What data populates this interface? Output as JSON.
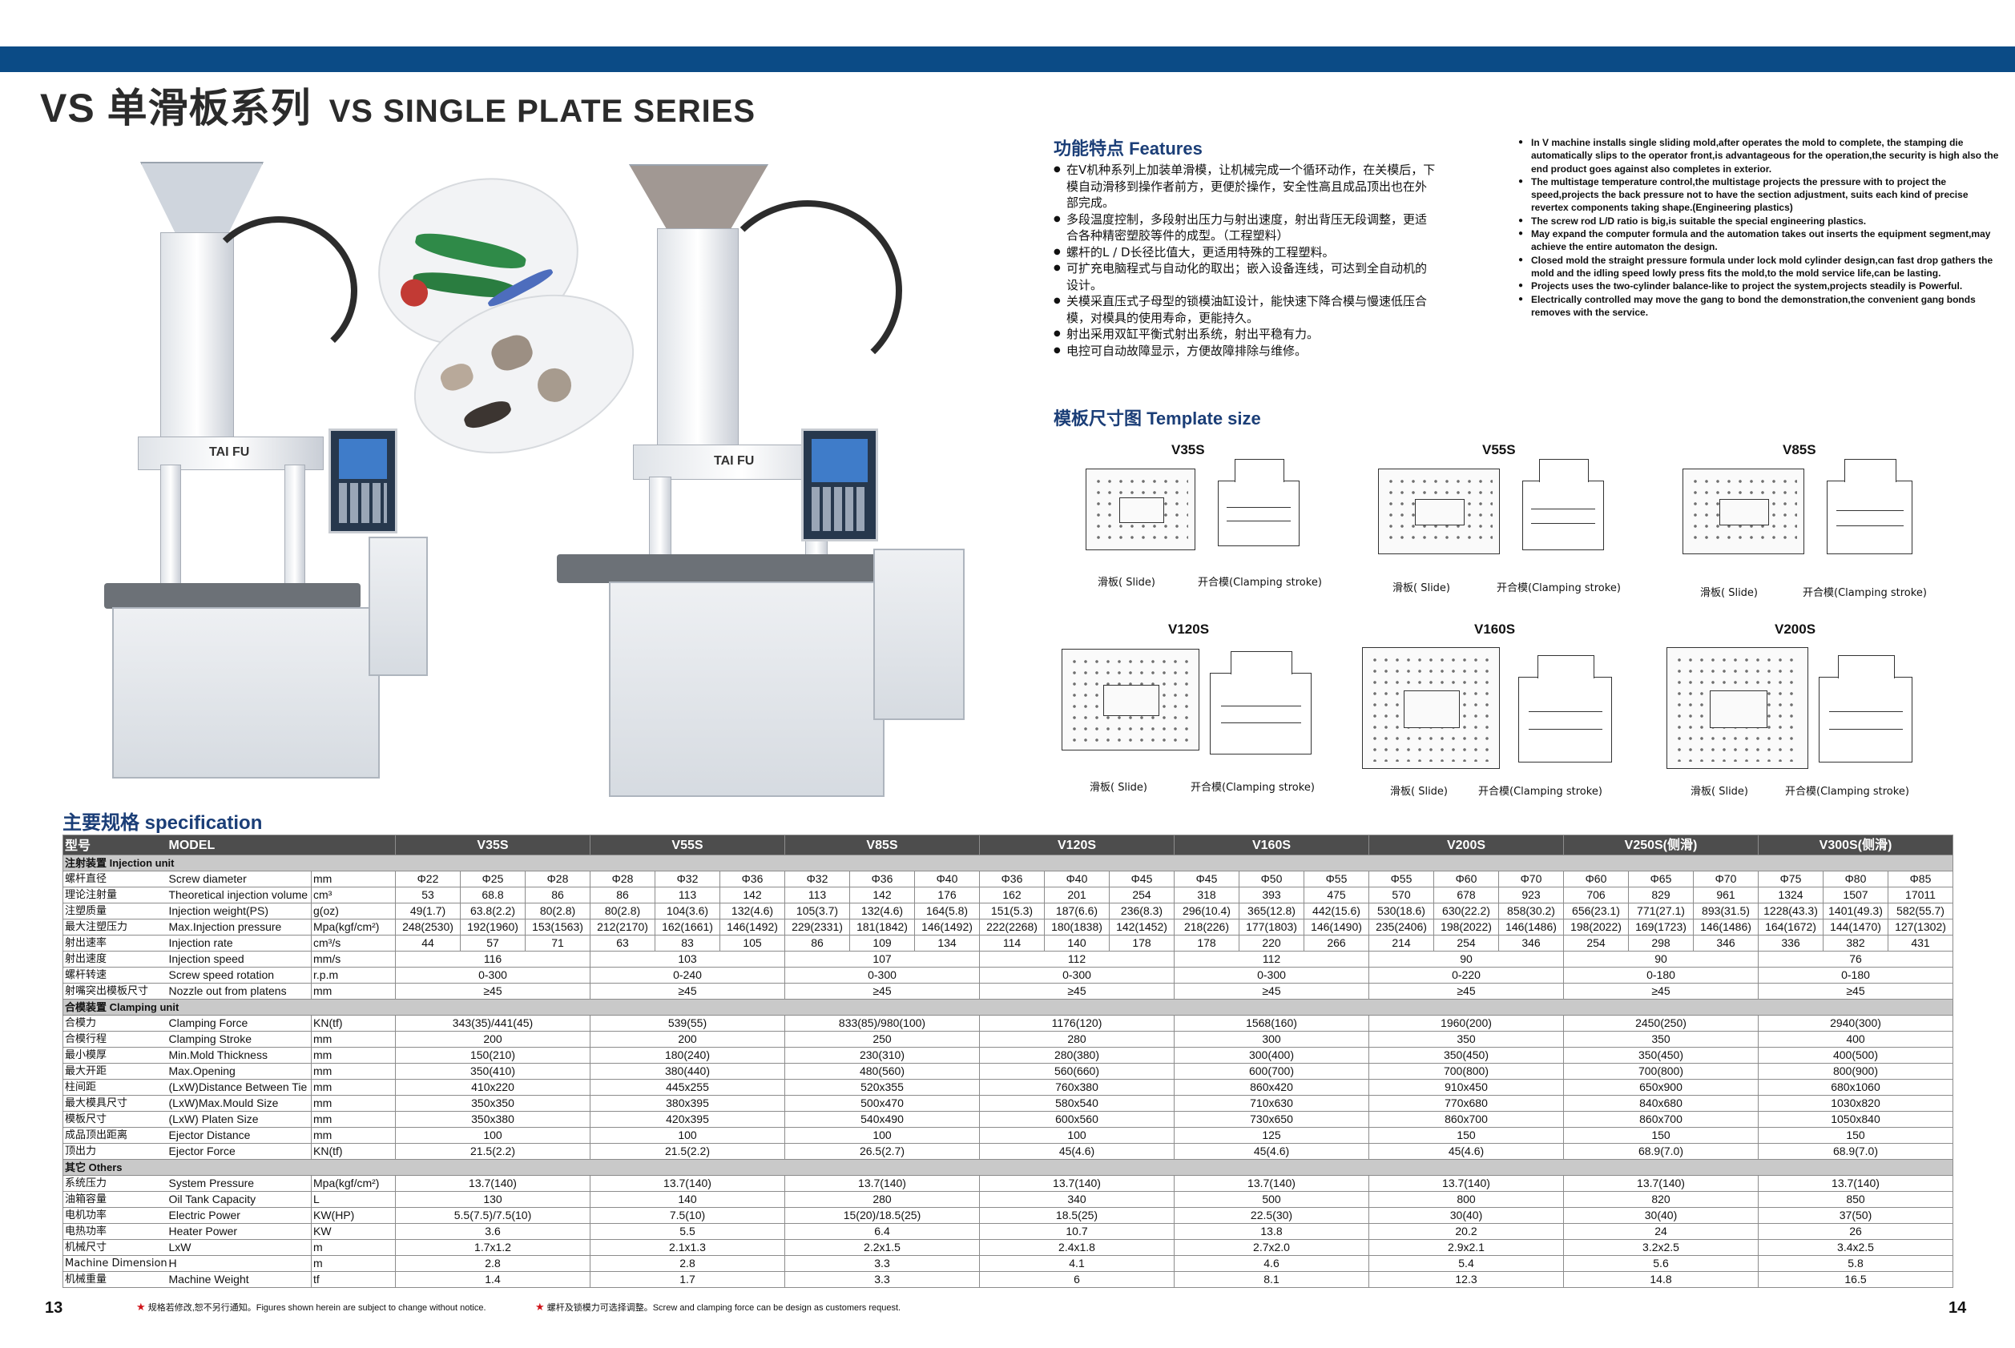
{
  "header": {
    "title_cn": "VS 单滑板系列",
    "title_en": "VS SINGLE PLATE SERIES"
  },
  "machine_left": {
    "brand": "TAI FU"
  },
  "machine_right": {
    "brand": "TAI FU"
  },
  "features": {
    "title": "功能特点 Features",
    "cn": [
      "在V机种系列上加装单滑模，让机械完成一个循环动作，在关模后，下模自动滑移到操作者前方，更便於操作，安全性高且成品顶出也在外部完成。",
      "多段温度控制，多段射出压力与射出速度，射出背压无段调整，更适合各种精密塑胶等件的成型。（工程塑料）",
      "螺杆的L / D长径比值大，更适用特殊的工程塑料。",
      "可扩充电脑程式与自动化的取出；嵌入设备连线，可达到全自动机的设计。",
      "关模采直压式子母型的锁模油缸设计，能快速下降合模与慢速低压合模，对模具的使用寿命，更能持久。",
      "射出采用双缸平衡式射出系统，射出平稳有力。",
      "电控可自动故障显示，方便故障排除与维修。"
    ],
    "en": [
      "In V machine installs single sliding mold,after operates the mold to complete, the stamping die automatically slips to the operator front,is advantageous for the operation,the security is high also the end product goes against also completes in exterior.",
      "The multistage temperature control,the multistage projects the pressure with to project the speed,projects the back pressure not to have the section adjustment, suits each kind of precise revertex components taking shape.(Engineering plastics)",
      "The screw rod L/D ratio is big,is suitable the special engineering plastics.",
      "May expand the computer formula and the automation takes out inserts the equipment segment,may achieve the entire automaton the design.",
      "Closed mold the straight pressure formula under lock mold cylinder design,can fast drop gathers the mold and the idling speed lowly press fits the mold,to the mold service life,can be lasting.",
      "Projects uses the two-cylinder balance-like to project the system,projects steadily is Powerful.",
      "Electrically controlled may move the gang to bond the demonstration,the convenient gang bonds removes with the service."
    ]
  },
  "template": {
    "title": "模板尺寸图 Template size",
    "slide_caption": "滑板( Slide)",
    "clamp_caption": "开合模(Clamping stroke)",
    "models": [
      "V35S",
      "V55S",
      "V85S",
      "V120S",
      "V160S",
      "V200S"
    ]
  },
  "spec": {
    "title": "主要规格 specification",
    "header": {
      "cn": "型号",
      "en": "MODEL",
      "models": [
        "V35S",
        "V55S",
        "V85S",
        "V120S",
        "V160S",
        "V200S",
        "V250S(侧滑)",
        "V300S(侧滑)"
      ]
    },
    "groups": [
      {
        "title": "注射装置  Injection unit",
        "rows": [
          {
            "cn": "螺杆直径",
            "en": "Screw diameter",
            "unit": "mm",
            "vals": [
              "Φ22",
              "Φ25",
              "Φ28",
              "Φ28",
              "Φ32",
              "Φ36",
              "Φ32",
              "Φ36",
              "Φ40",
              "Φ36",
              "Φ40",
              "Φ45",
              "Φ45",
              "Φ50",
              "Φ55",
              "Φ55",
              "Φ60",
              "Φ70",
              "Φ60",
              "Φ65",
              "Φ70",
              "Φ75",
              "Φ80",
              "Φ85"
            ]
          },
          {
            "cn": "理论注射量",
            "en": "Theoretical injection volume",
            "unit": "cm³",
            "vals": [
              "53",
              "68.8",
              "86",
              "86",
              "113",
              "142",
              "113",
              "142",
              "176",
              "162",
              "201",
              "254",
              "318",
              "393",
              "475",
              "570",
              "678",
              "923",
              "706",
              "829",
              "961",
              "1324",
              "1507",
              "17011"
            ]
          },
          {
            "cn": "注塑质量",
            "en": "Injection weight(PS)",
            "unit": "g(oz)",
            "vals": [
              "49(1.7)",
              "63.8(2.2)",
              "80(2.8)",
              "80(2.8)",
              "104(3.6)",
              "132(4.6)",
              "105(3.7)",
              "132(4.6)",
              "164(5.8)",
              "151(5.3)",
              "187(6.6)",
              "236(8.3)",
              "296(10.4)",
              "365(12.8)",
              "442(15.6)",
              "530(18.6)",
              "630(22.2)",
              "858(30.2)",
              "656(23.1)",
              "771(27.1)",
              "893(31.5)",
              "1228(43.3)",
              "1401(49.3)",
              "582(55.7)"
            ]
          },
          {
            "cn": "最大注塑压力",
            "en": "Max.Injection pressure",
            "unit": "Mpa(kgf/cm²)",
            "vals": [
              "248(2530)",
              "192(1960)",
              "153(1563)",
              "212(2170)",
              "162(1661)",
              "146(1492)",
              "229(2331)",
              "181(1842)",
              "146(1492)",
              "222(2268)",
              "180(1838)",
              "142(1452)",
              "218(226)",
              "177(1803)",
              "146(1490)",
              "235(2406)",
              "198(2022)",
              "146(1486)",
              "198(2022)",
              "169(1723)",
              "146(1486)",
              "164(1672)",
              "144(1470)",
              "127(1302)"
            ]
          },
          {
            "cn": "射出速率",
            "en": "Injection rate",
            "unit": "cm³/s",
            "vals": [
              "44",
              "57",
              "71",
              "63",
              "83",
              "105",
              "86",
              "109",
              "134",
              "114",
              "140",
              "178",
              "178",
              "220",
              "266",
              "214",
              "254",
              "346",
              "254",
              "298",
              "346",
              "336",
              "382",
              "431"
            ]
          },
          {
            "cn": "射出速度",
            "en": "Injection speed",
            "unit": "mm/s",
            "vals": [
              "116",
              "103",
              "107",
              "112",
              "112",
              "90",
              "90",
              "76"
            ]
          },
          {
            "cn": "螺杆转速",
            "en": "Screw speed rotation",
            "unit": "r.p.m",
            "vals": [
              "0-300",
              "0-240",
              "0-300",
              "0-300",
              "0-300",
              "0-220",
              "0-180",
              "0-180"
            ]
          },
          {
            "cn": "射嘴突出模板尺寸",
            "en": "Nozzle out from platens",
            "unit": "mm",
            "vals": [
              "≥45",
              "≥45",
              "≥45",
              "≥45",
              "≥45",
              "≥45",
              "≥45",
              "≥45"
            ]
          }
        ]
      },
      {
        "title": "合模装置  Clamping unit",
        "rows": [
          {
            "cn": "合模力",
            "en": "Clamping Force",
            "unit": "KN(tf)",
            "vals": [
              "343(35)/441(45)",
              "539(55)",
              "833(85)/980(100)",
              "1176(120)",
              "1568(160)",
              "1960(200)",
              "2450(250)",
              "2940(300)"
            ]
          },
          {
            "cn": "合模行程",
            "en": "Clamping Stroke",
            "unit": "mm",
            "vals": [
              "200",
              "200",
              "250",
              "280",
              "300",
              "350",
              "350",
              "400"
            ]
          },
          {
            "cn": "最小模厚",
            "en": "Min.Mold Thickness",
            "unit": "mm",
            "vals": [
              "150(210)",
              "180(240)",
              "230(310)",
              "280(380)",
              "300(400)",
              "350(450)",
              "350(450)",
              "400(500)"
            ]
          },
          {
            "cn": "最大开距",
            "en": "Max.Opening",
            "unit": "mm",
            "vals": [
              "350(410)",
              "380(440)",
              "480(560)",
              "560(660)",
              "600(700)",
              "700(800)",
              "700(800)",
              "800(900)"
            ]
          },
          {
            "cn": "柱间距",
            "en": "(LxW)Distance Between Tie Bars",
            "unit": "mm",
            "vals": [
              "410x220",
              "445x255",
              "520x355",
              "760x380",
              "860x420",
              "910x450",
              "650x900",
              "680x1060"
            ]
          },
          {
            "cn": "最大模具尺寸",
            "en": "(LxW)Max.Mould Size",
            "unit": "mm",
            "vals": [
              "350x350",
              "380x395",
              "500x470",
              "580x540",
              "710x630",
              "770x680",
              "840x680",
              "1030x820"
            ]
          },
          {
            "cn": "模板尺寸",
            "en": "(LxW) Platen Size",
            "unit": "mm",
            "vals": [
              "350x380",
              "420x395",
              "540x490",
              "600x560",
              "730x650",
              "860x700",
              "860x700",
              "1050x840"
            ]
          },
          {
            "cn": "成品顶出距离",
            "en": "Ejector Distance",
            "unit": "mm",
            "vals": [
              "100",
              "100",
              "100",
              "100",
              "125",
              "150",
              "150",
              "150"
            ]
          },
          {
            "cn": "顶出力",
            "en": "Ejector Force",
            "unit": "KN(tf)",
            "vals": [
              "21.5(2.2)",
              "21.5(2.2)",
              "26.5(2.7)",
              "45(4.6)",
              "45(4.6)",
              "45(4.6)",
              "68.9(7.0)",
              "68.9(7.0)"
            ]
          }
        ]
      },
      {
        "title": "其它  Others",
        "rows": [
          {
            "cn": "系统压力",
            "en": "System Pressure",
            "unit": "Mpa(kgf/cm²)",
            "vals": [
              "13.7(140)",
              "13.7(140)",
              "13.7(140)",
              "13.7(140)",
              "13.7(140)",
              "13.7(140)",
              "13.7(140)",
              "13.7(140)"
            ]
          },
          {
            "cn": "油箱容量",
            "en": "Oil Tank Capacity",
            "unit": "L",
            "vals": [
              "130",
              "140",
              "280",
              "340",
              "500",
              "800",
              "820",
              "850"
            ]
          },
          {
            "cn": "电机功率",
            "en": "Electric Power",
            "unit": "KW(HP)",
            "vals": [
              "5.5(7.5)/7.5(10)",
              "7.5(10)",
              "15(20)/18.5(25)",
              "18.5(25)",
              "22.5(30)",
              "30(40)",
              "30(40)",
              "37(50)"
            ]
          },
          {
            "cn": "电热功率",
            "en": "Heater Power",
            "unit": "KW",
            "vals": [
              "3.6",
              "5.5",
              "6.4",
              "10.7",
              "13.8",
              "20.2",
              "24",
              "26"
            ]
          },
          {
            "cn": "机械尺寸",
            "en": "LxW",
            "unit": "m",
            "vals": [
              "1.7x1.2",
              "2.1x1.3",
              "2.2x1.5",
              "2.4x1.8",
              "2.7x2.0",
              "2.9x2.1",
              "3.2x2.5",
              "3.4x2.5"
            ]
          },
          {
            "cn": "Machine Dimensions",
            "en": "H",
            "unit": "m",
            "vals": [
              "2.8",
              "2.8",
              "3.3",
              "4.1",
              "4.6",
              "5.4",
              "5.6",
              "5.8"
            ]
          },
          {
            "cn": "机械重量",
            "en": "Machine Weight",
            "unit": "tf",
            "vals": [
              "1.4",
              "1.7",
              "3.3",
              "6",
              "8.1",
              "12.3",
              "14.8",
              "16.5"
            ]
          }
        ]
      }
    ]
  },
  "footer": {
    "page_left": "13",
    "page_right": "14",
    "note1": "规格若修改,恕不另行通知。Figures shown herein are subject to change without notice.",
    "note2": "螺杆及锁模力可选择调整。Screw and clamping force can be design as customers request."
  }
}
